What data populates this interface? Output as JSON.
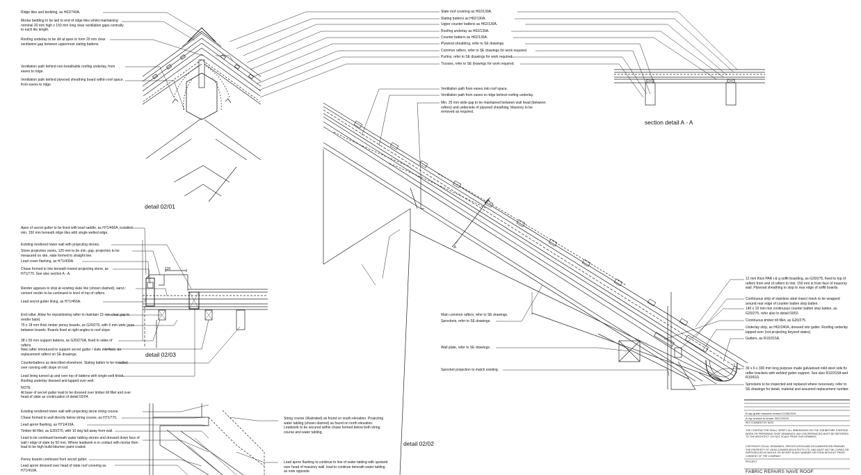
{
  "labels": {
    "detail_0201": "detail 02/01",
    "detail_0203": "detail 02/03",
    "detail_0202": "detail 02/02",
    "section_aa": "section detail A - A",
    "dim_120": "120",
    "section_mark_a": "A"
  },
  "notes_0201": [
    "Ridge tiles and bedding, as H62/740A.",
    "Mortar bedding to be laid to end of ridge tiles whilst maintaining nominal 20 mm high x 150 mm long clear ventilation gaps centrally to each tile length.",
    "Roofing underlay to be slit at apex to form 20 mm clear ventilation gap between uppermost slating battens.",
    "Ventilation path behind non-breathable roofing underlay, from eaves to ridge.",
    "Ventilation path behind plywood sheathing board within roof space, from eaves to ridge."
  ],
  "notes_top_right": [
    "Slate roof covering as H62/130A.",
    "Slating battens as H62/130A.",
    "Upper counter battens as H62/130A.",
    "Roofing underlay as H62/130A.",
    "Counter battens as H62/130A.",
    "Plywood sheathing, refer to SE drawings.",
    "Common rafters, refer to SE drawings for work required.",
    "Purlins, refer to SE drawings for work required.",
    "Trusses, refer to SE drawings for work required."
  ],
  "notes_0202_upper": [
    "Ventilation path from eaves into roof space.",
    "Ventilation path from eaves to ridge behind roofing underlay.",
    "Min. 25 mm wide gap to be maintained between wall head (between rafters) and underside of plywood sheathing. Masonry to be removed as required."
  ],
  "notes_0203": [
    "Apex of secret gutter to be lined with lead saddle, as H71/456A, installed min. 150 mm beneath ridge tiles with single welted edge.",
    "Existing rendered tower wall with projecting stones.",
    "Stone projection varies, 125 mm to be min. gap, projection to be measured on site, slate formed to straight line.",
    "Lead cover flashing, as H71/430A.",
    "Chase formed to line beneath lowest projecting stone, as H71/770. See also section A - A.",
    "Render appears to stop at existing slate line (shown dashed), sand / cement render to be continued to level of top of rafters.",
    "Lead secret gutter lining, as H71/456A.",
    "End rafter. Allow for repositioning rafter to maintain 15 mm clear gap to render band.",
    "75 x 18 mm thick timber penny boards, as G20/270, with 5 mm wide gaps between boards. Boards fixed at right angles to roof slope.",
    "38 x 50 mm support battens, as G20/270A, fixed to sides of rafters.",
    "New rafter introduced to support secret gutter / slate interface, as replacement rafters on SE drawings.",
    "Counterbattens as described elsewhere. Slating batten to be installed over running with slope of roof.",
    "Lead lining turned up and over top of battens with single welt finish. Roofing underlay dressed and lapped over welt.",
    "NOTE\nAt base of secret gutter lead to be dressed over timber tilt fillet and over head of slate as continuation of detail 02/04."
  ],
  "notes_bottom_left": [
    "Existing rendered tower wall with projecting stone string course.",
    "Chase formed to wall directly below string course, as H71/770.",
    "Lead apron flashing, as H71/410A.",
    "Timber tilt fillet, as G20/270, with 10 deg fall away from wall.",
    "Lead to be continued beneath water tabling stones and dressed down face of wall / edge of slate by 50 mm. Where leadwork is in contact with mortar then lead to be high build bitumen paint coated.",
    "Penny boards continued from secret gutter.",
    "Lead apron dressed over head of slate roof covering as H71/410A."
  ],
  "notes_bottom_mid": [
    "String course (illustrated) as found on south elevation. Projecting water tabling (shown dashed) as found on north elevation. Leadwork to be secured within chase formed below both string course and water tabling.",
    "Lead apron flashing to continue to line of water tabling with upstand over head of masonry wall, lead to continue beneath water tabling as note opposite."
  ],
  "notes_0202_lower_left": [
    "Main common rafters, refer to SE drawings.",
    "Sprockets, refer to SE drawings.",
    "Wall plate, refer to SE drawings.",
    "Sprocket projection to match existing."
  ],
  "notes_eaves_right": [
    "12 mm thick PAR t & g soffit boarding, as G20/275, fixed to top of rafters from end of rafters to min. 150 mm in from face of masonry wall. Plywood sheathing to stop to rear edge of soffit boards.",
    "Continuous strip of stainless steel insect mesh to be wrapped around rear edge of counter batten stop batten.",
    "140 x 19 mm min continuous counter batten stop batten, as G20/275, refer also to detail 03/02.",
    "Continuous timber tilt fillet, as G20/275.",
    "Underlay strip, as H62/240A, dressed into gutter. Roofing underlay lapped over (not projecting beyond slates).",
    "Gutters, as R10/315A.",
    "30 x 6 x 330 mm long purpose made galvanised mild steel side fix rafter brackets with welded gutter support. See also R10/315A and R10/610.",
    "Sprockets to be inspected and replaced where necessary, refer to SE drawings for detail, material and assumed replacement number."
  ],
  "title_block": {
    "revisions": [
      "B   mjc   gutter brackets revised   11/08/2015",
      "A   mjc   revised to tender   29/07/2015"
    ],
    "rev_header": "REV     COMMENT                                    BY       DATE",
    "disclaimer": "THE CONTRACTOR SHALL VERIFY ALL DIMENSIONS ON THE JOB BEFORE STARTING WORK OR PREPARING SHOP DRAWINGS. ANY DISCREPANCIES MUST BE REFERRED TO THE ARCHITECT. DO NOT SCALE FROM THIS DRAWING.",
    "copyright": "COPYRIGHT ON ALL DRAWINGS, SPECIFICATION AND DOCUMENTATION REMAINS THE PROPERTY OF JOHN CONARD ARCHITECTS LTD. AND MUST NOT BE COPIED OR REPRODUCED IN WHOLE OR IN PART IN ANY MANNER OR FORM WITHOUT PRIOR CONSENT OF THE COMPANY.",
    "project_label": "PROJECT",
    "title": "FABRIC REPAIRS   NAVE ROOF"
  }
}
